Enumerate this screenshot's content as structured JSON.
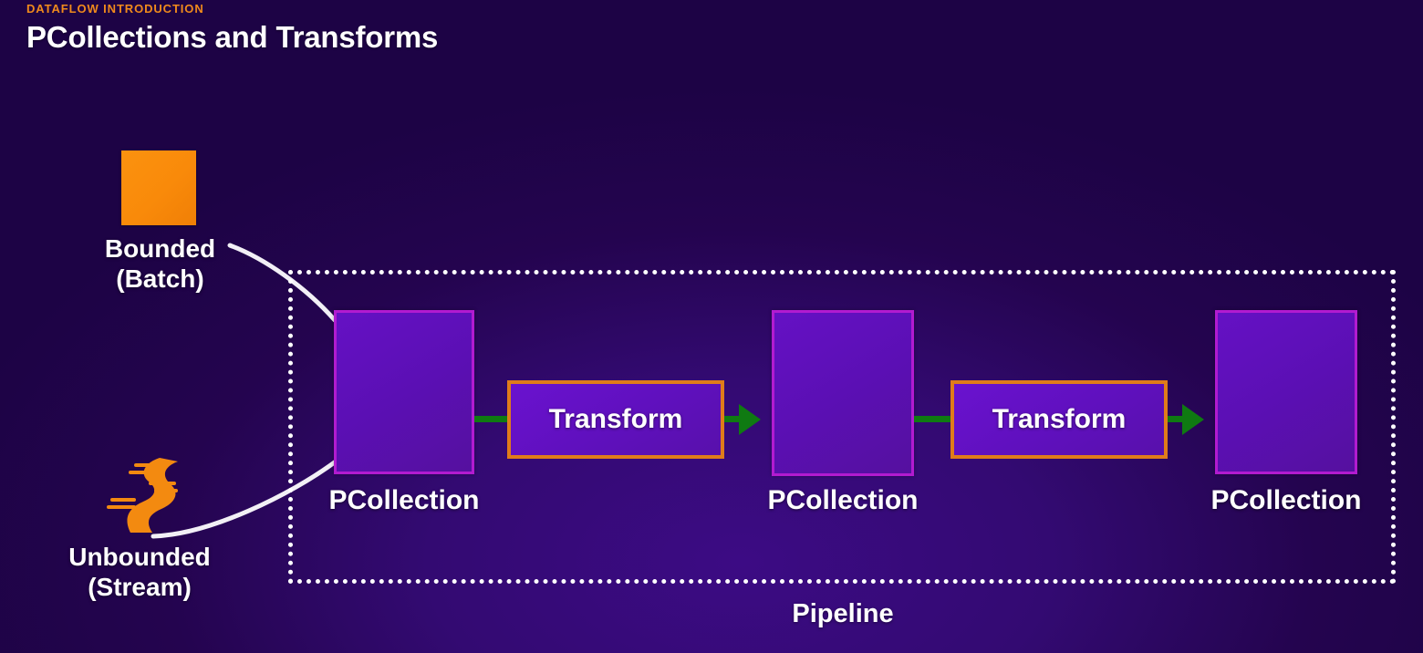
{
  "slide": {
    "eyebrow": "DATAFLOW INTRODUCTION",
    "title": "PCollections and Transforms"
  },
  "colors": {
    "background_dark": "#1d0345",
    "background_mid": "#3c0b84",
    "accent_orange": "#f08a1c",
    "source_square": "#f98a0a",
    "pcollection_fill": "#5b0fb4",
    "pcollection_border": "#b21bd0",
    "transform_fill": "#5f10bd",
    "transform_border": "#e07c1a",
    "connector_green": "#0f7a12",
    "boundary_white": "#ffffff",
    "text_white": "#ffffff"
  },
  "sources": {
    "bounded": {
      "icon": "orange-square-icon",
      "label": "Bounded\n(Batch)"
    },
    "unbounded": {
      "icon": "stream-river-icon",
      "label": "Unbounded\n(Stream)"
    }
  },
  "pipeline": {
    "label": "Pipeline",
    "boundary_style": "dotted",
    "nodes": [
      {
        "type": "pcollection",
        "label": "PCollection"
      },
      {
        "type": "transform",
        "label": "Transform"
      },
      {
        "type": "pcollection",
        "label": "PCollection"
      },
      {
        "type": "transform",
        "label": "Transform"
      },
      {
        "type": "pcollection",
        "label": "PCollection"
      }
    ],
    "pcollections": [
      {
        "label": "PCollection"
      },
      {
        "label": "PCollection"
      },
      {
        "label": "PCollection"
      }
    ],
    "transforms": [
      {
        "label": "Transform"
      },
      {
        "label": "Transform"
      }
    ]
  }
}
